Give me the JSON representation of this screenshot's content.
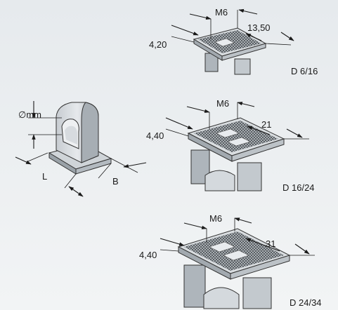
{
  "views": {
    "d616": {
      "thread": "M6",
      "width_dim": "4,20",
      "length_dim": "13,50",
      "model": "D 6/16"
    },
    "d1624": {
      "thread": "M6",
      "width_dim": "4,40",
      "length_dim": "21",
      "model": "D 16/24"
    },
    "d2434": {
      "thread": "M6",
      "width_dim": "4,40",
      "length_dim": "31",
      "model": "D 24/34"
    }
  },
  "clip_view": {
    "diameter": "∅mm",
    "length": "L",
    "width": "B"
  },
  "colors": {
    "body_light": "#d8dde1",
    "body_mid": "#b9c0c6",
    "body_dark": "#8f979e",
    "knurl": "#3b3f43"
  }
}
